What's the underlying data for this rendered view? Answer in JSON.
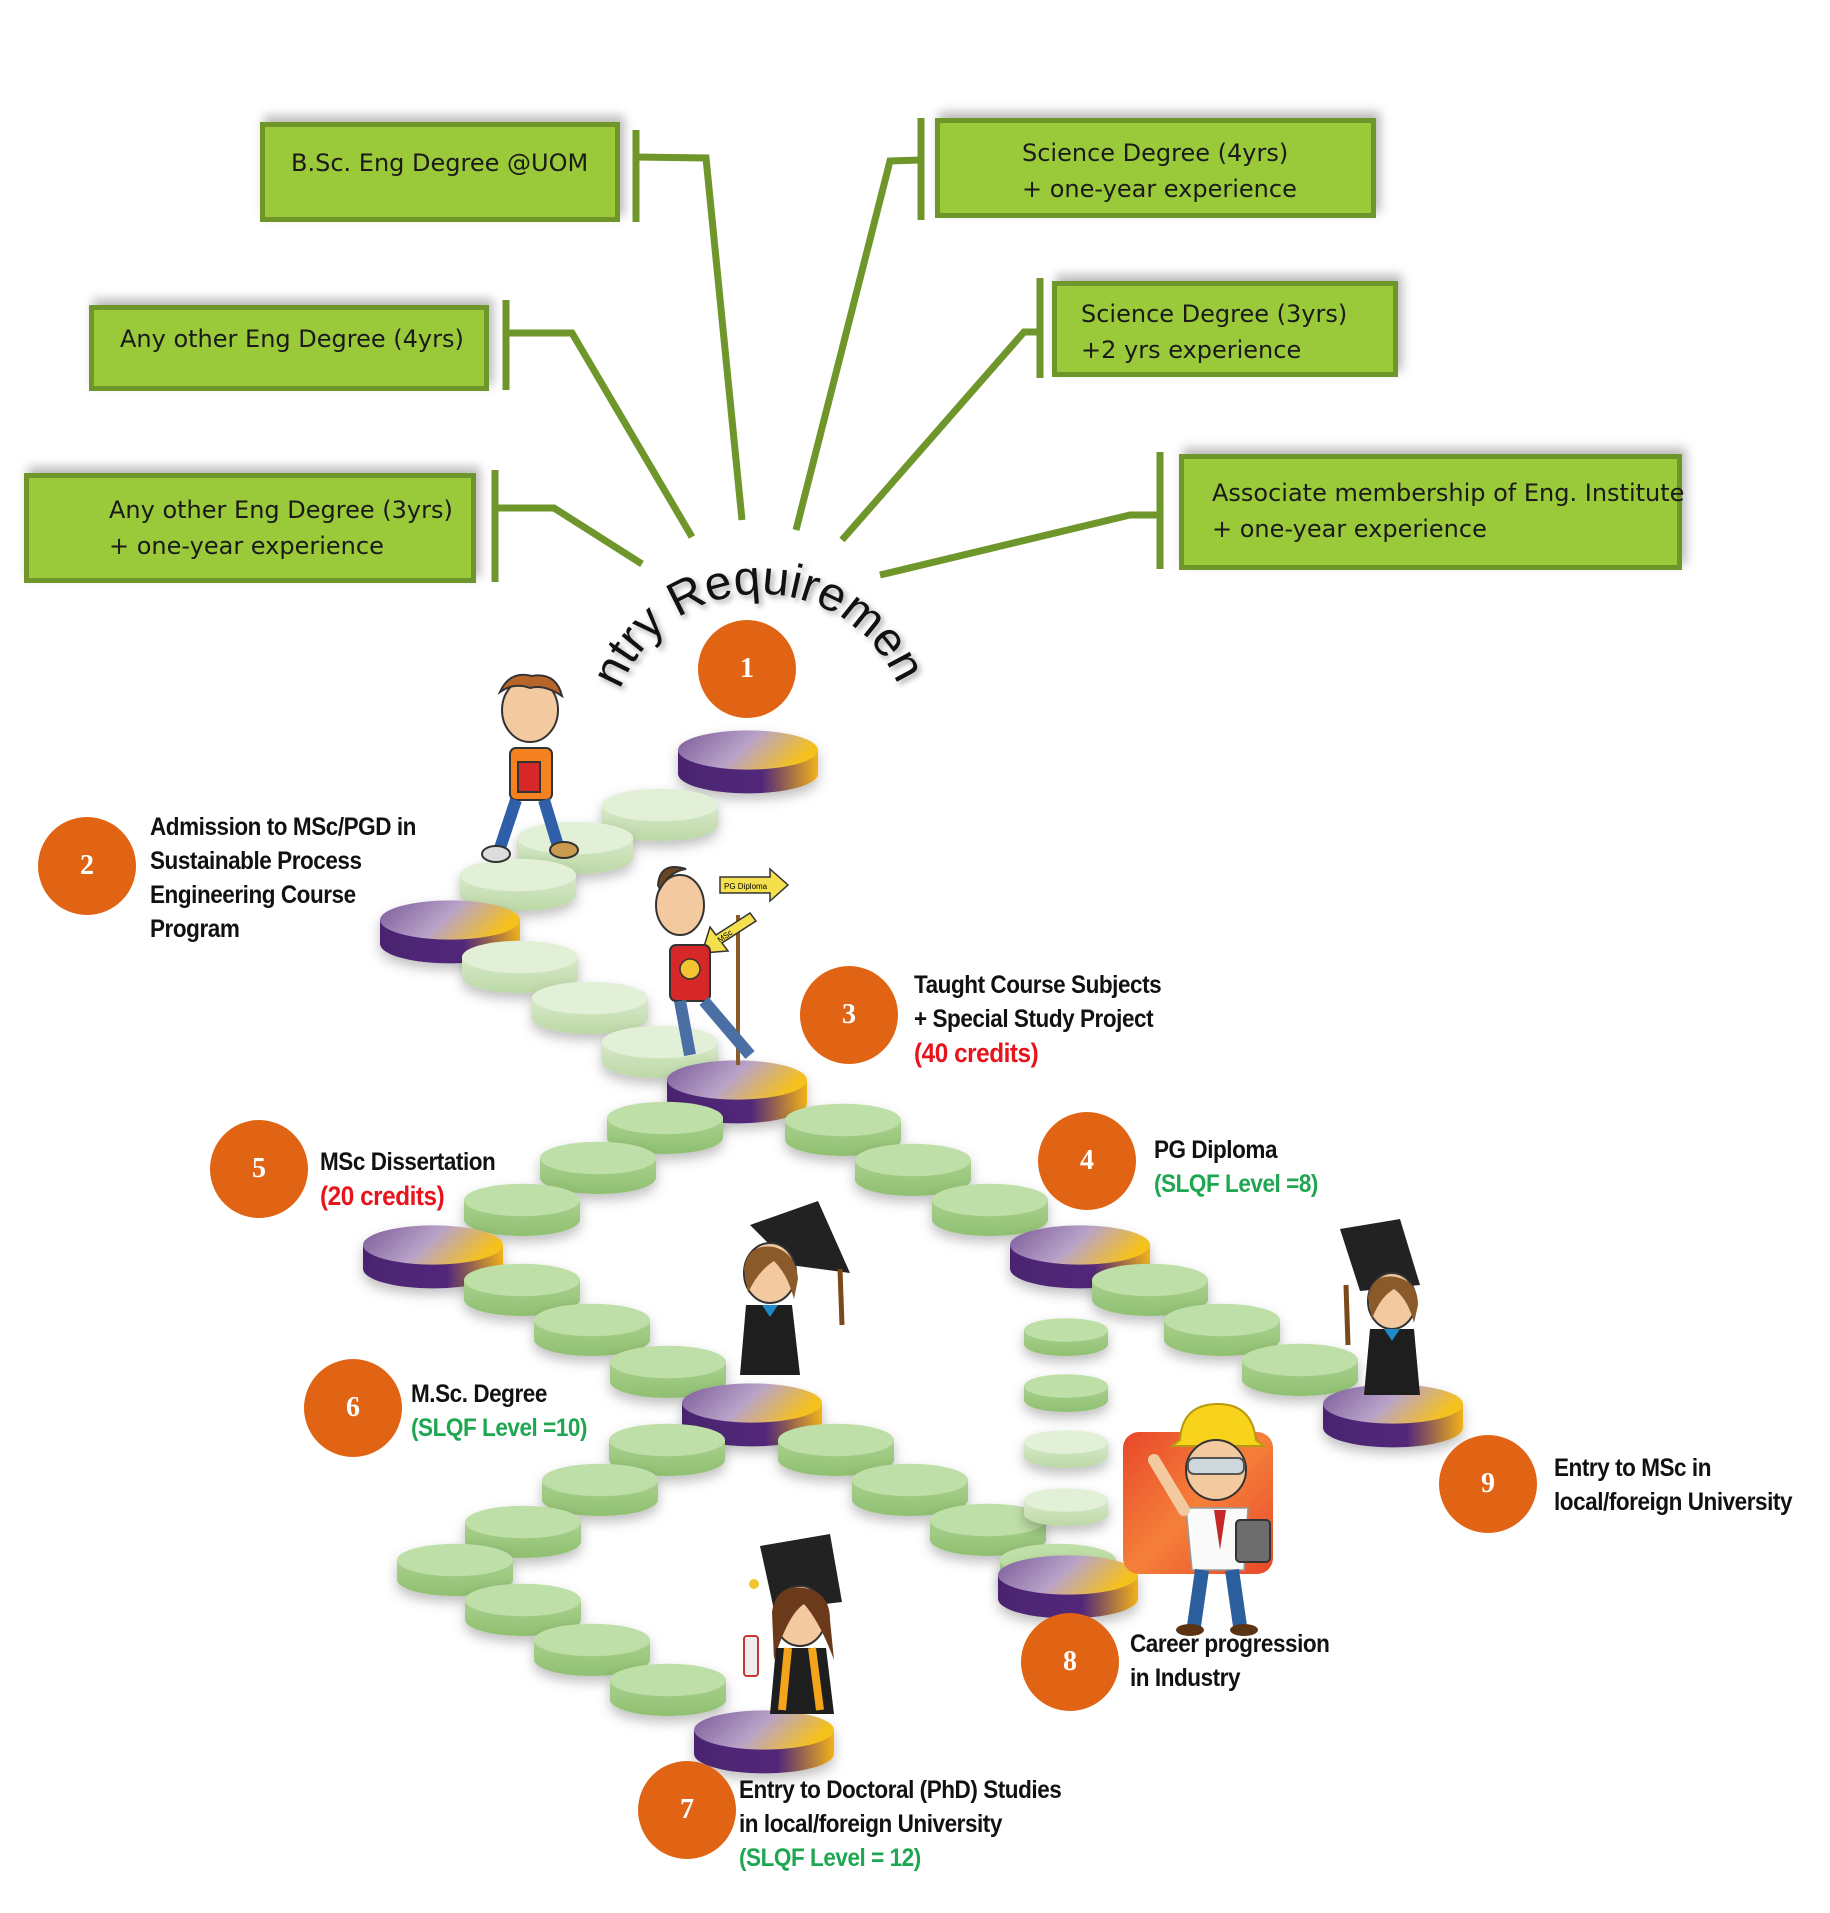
{
  "title": "Entry Requirements",
  "entry_requirements": [
    {
      "id": "bsc-uom",
      "lines": [
        "B.Sc. Eng Degree @UOM"
      ]
    },
    {
      "id": "other-4yrs",
      "lines": [
        "Any other Eng Degree (4yrs)"
      ]
    },
    {
      "id": "other-3yrs",
      "lines": [
        "Any other Eng Degree (3yrs)",
        "+ one-year experience"
      ]
    },
    {
      "id": "science-4yrs",
      "lines": [
        "Science Degree  (4yrs)",
        "+ one-year experience"
      ]
    },
    {
      "id": "science-3yrs",
      "lines": [
        "Science Degree  (3yrs)",
        "+2 yrs experience"
      ]
    },
    {
      "id": "associate",
      "lines": [
        "Associate membership  of Eng. Institute",
        "+ one-year experience"
      ]
    }
  ],
  "steps": [
    {
      "number": "1",
      "lines": []
    },
    {
      "number": "2",
      "lines": [
        "Admission to MSc/PGD in",
        "Sustainable Process",
        "Engineering Course",
        "Program"
      ]
    },
    {
      "number": "3",
      "lines": [
        "Taught Course Subjects",
        "+ Special Study Project"
      ],
      "note": "(40 credits)",
      "note_color": "red"
    },
    {
      "number": "4",
      "lines": [
        "PG Diploma"
      ],
      "note": "(SLQF Level =8)",
      "note_color": "green"
    },
    {
      "number": "5",
      "lines": [
        "MSc Dissertation"
      ],
      "note": "(20 credits)",
      "note_color": "red"
    },
    {
      "number": "6",
      "lines": [
        "M.Sc. Degree"
      ],
      "note": "(SLQF Level =10)",
      "note_color": "green"
    },
    {
      "number": "7",
      "lines": [
        "Entry to Doctoral (PhD) Studies",
        "in local/foreign University"
      ],
      "note": "(SLQF Level = 12)",
      "note_color": "green"
    },
    {
      "number": "8",
      "lines": [
        "Career progression",
        "in Industry"
      ]
    },
    {
      "number": "9",
      "lines": [
        "Entry to MSc in",
        "local/foreign University"
      ]
    }
  ],
  "signpost": {
    "arrow_1": "PG Diploma",
    "arrow_2": "MSc"
  },
  "colors": {
    "box_fill": "#9ac93a",
    "box_border": "#6e962b",
    "circle": "#e06413",
    "credit_red": "#e8141b",
    "level_green": "#1fa651",
    "milestone_purple": "#4a2470",
    "milestone_gold": "#f2b21a",
    "stone_green": "#a9d18e"
  }
}
